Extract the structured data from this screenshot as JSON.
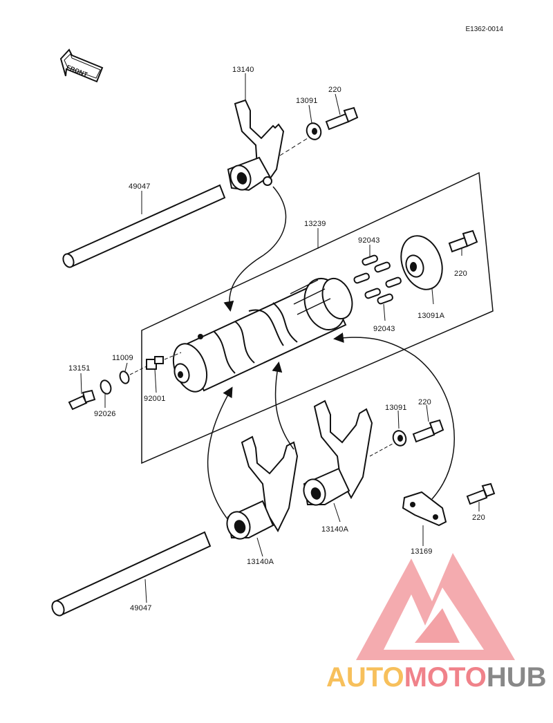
{
  "diagram": {
    "code": "E1362-0014",
    "front_label": "FRONT",
    "parts": {
      "p13140": "13140",
      "p13091_top": "13091",
      "p220_top": "220",
      "p49047_top": "49047",
      "p13239": "13239",
      "p92043_top": "92043",
      "p220_right": "220",
      "p13091A": "13091A",
      "p92043_bottom": "92043",
      "p13151": "13151",
      "p11009": "11009",
      "p92026": "92026",
      "p92001": "92001",
      "p13091_mid": "13091",
      "p220_mid": "220",
      "p13140A_right": "13140A",
      "p220_low": "220",
      "p13169": "13169",
      "p13140A_left": "13140A",
      "p49047_bottom": "49047"
    }
  },
  "watermark": {
    "part1": "AUTO",
    "part2": "MOTO",
    "part3": "HUB",
    "colors": {
      "yellow": "#f7c05c",
      "pink": "#f0828a",
      "gray": "#888888"
    }
  }
}
